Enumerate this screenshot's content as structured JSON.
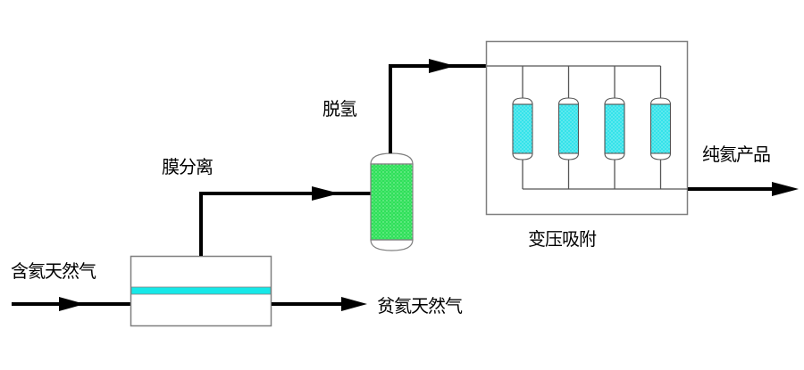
{
  "diagram": {
    "type": "process-flow",
    "labels": {
      "feed": "含氦天然气",
      "membrane": "膜分离",
      "dehydrogenation": "脱氢",
      "lean_gas": "贫氦天然气",
      "psa": "变压吸附",
      "product": "纯氦产品"
    },
    "units": [
      {
        "id": "membrane-separator",
        "label_key": "membrane"
      },
      {
        "id": "dehydrogenation-reactor",
        "label_key": "dehydrogenation"
      },
      {
        "id": "psa-unit",
        "label_key": "psa",
        "column_count": 4
      }
    ],
    "streams": [
      {
        "from": "feed",
        "to": "membrane-separator",
        "label_key": "feed"
      },
      {
        "from": "membrane-separator",
        "to": "lean-gas-outlet",
        "label_key": "lean_gas"
      },
      {
        "from": "membrane-separator",
        "to": "dehydrogenation-reactor",
        "label_key": "membrane"
      },
      {
        "from": "dehydrogenation-reactor",
        "to": "psa-unit",
        "label_key": "dehydrogenation"
      },
      {
        "from": "psa-unit",
        "to": "product-outlet",
        "label_key": "product"
      }
    ],
    "colors": {
      "line": "#000000",
      "box_border": "#7f7f7f",
      "membrane_band": "#16e8e8",
      "reactor_fill": "#2fe05a",
      "adsorber_fill": "#35e3ea"
    }
  }
}
